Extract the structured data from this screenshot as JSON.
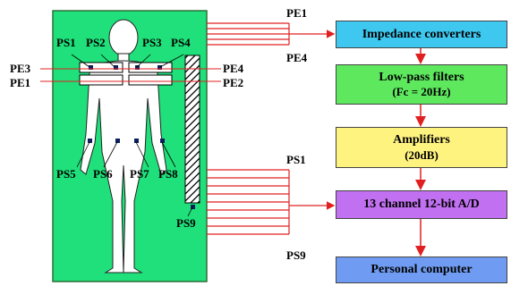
{
  "colors": {
    "panel": "#1fe07a",
    "panel_border": "#2f6f3a",
    "wire": "#e02020",
    "box_impedance": "#3ec8f0",
    "box_lowpass": "#5ee85e",
    "box_amplifiers": "#fff380",
    "box_adc": "#c070f0",
    "box_pc": "#6f9cf2"
  },
  "labels": {
    "ps1": "PS1",
    "ps2": "PS2",
    "ps3": "PS3",
    "ps4": "PS4",
    "pe3": "PE3",
    "pe1_left": "PE1",
    "pe4_right": "PE4",
    "pe2_right": "PE2",
    "ps5": "PS5",
    "ps6": "PS6",
    "ps7": "PS7",
    "ps8": "PS8",
    "ps9": "PS9",
    "bus_top_start": "PE1",
    "bus_top_end": "PE4",
    "bus_bottom_start": "PS1",
    "bus_bottom_end": "PS9"
  },
  "blocks": {
    "impedance": {
      "line1": "Impedance converters"
    },
    "lowpass": {
      "line1": "Low-pass filters",
      "line2": "(Fc = 20Hz)"
    },
    "amplifiers": {
      "line1": "Amplifiers",
      "line2": "(20dB)"
    },
    "adc": {
      "line1": "13 channel 12-bit A/D"
    },
    "pc": {
      "line1": "Personal computer"
    }
  }
}
